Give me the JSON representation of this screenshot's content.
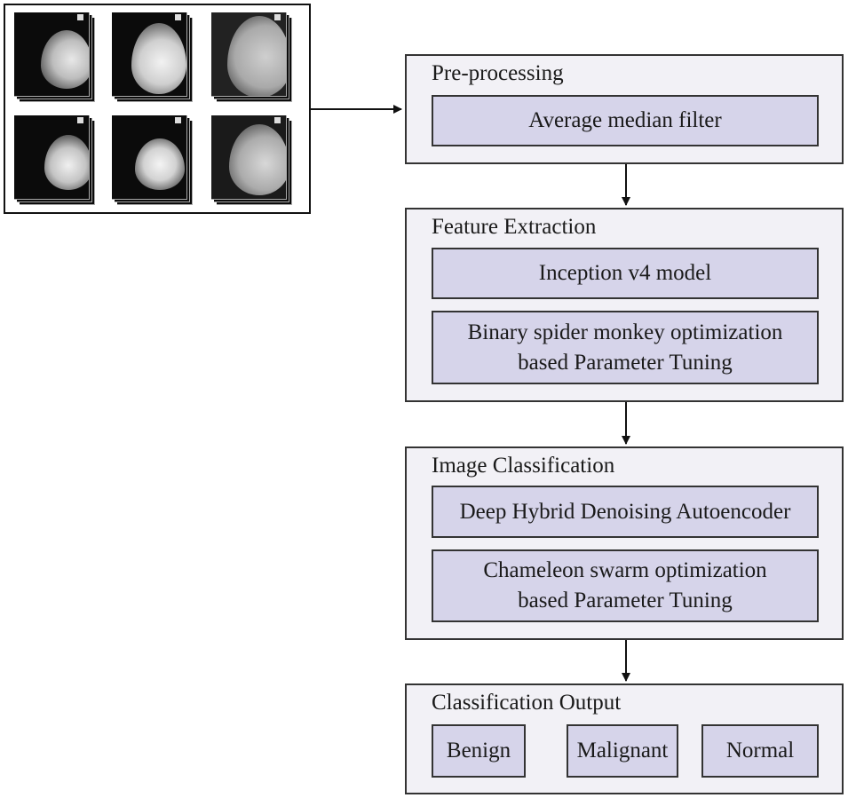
{
  "stages": {
    "preprocessing": {
      "title": "Pre-processing",
      "items": [
        "Average median filter"
      ]
    },
    "feature_extraction": {
      "title": "Feature Extraction",
      "items": [
        "Inception v4 model",
        "Binary spider monkey optimization based Parameter Tuning"
      ],
      "item2_lines": [
        "Binary spider monkey optimization",
        "based Parameter Tuning"
      ]
    },
    "image_classification": {
      "title": "Image Classification",
      "items": [
        "Deep Hybrid Denoising Autoencoder",
        "Chameleon swarm optimization based Parameter Tuning"
      ],
      "item2_lines": [
        "Chameleon swarm optimization",
        "based Parameter Tuning"
      ]
    },
    "output": {
      "title": "Classification Output",
      "classes": [
        "Benign",
        "Malignant",
        "Normal"
      ]
    }
  },
  "thumbnails": {
    "count": 6,
    "description_icon": "mammogram-image"
  },
  "colors": {
    "stage_bg": "#f2f1f6",
    "inner_bg": "#d6d4ea",
    "border": "#333333"
  }
}
